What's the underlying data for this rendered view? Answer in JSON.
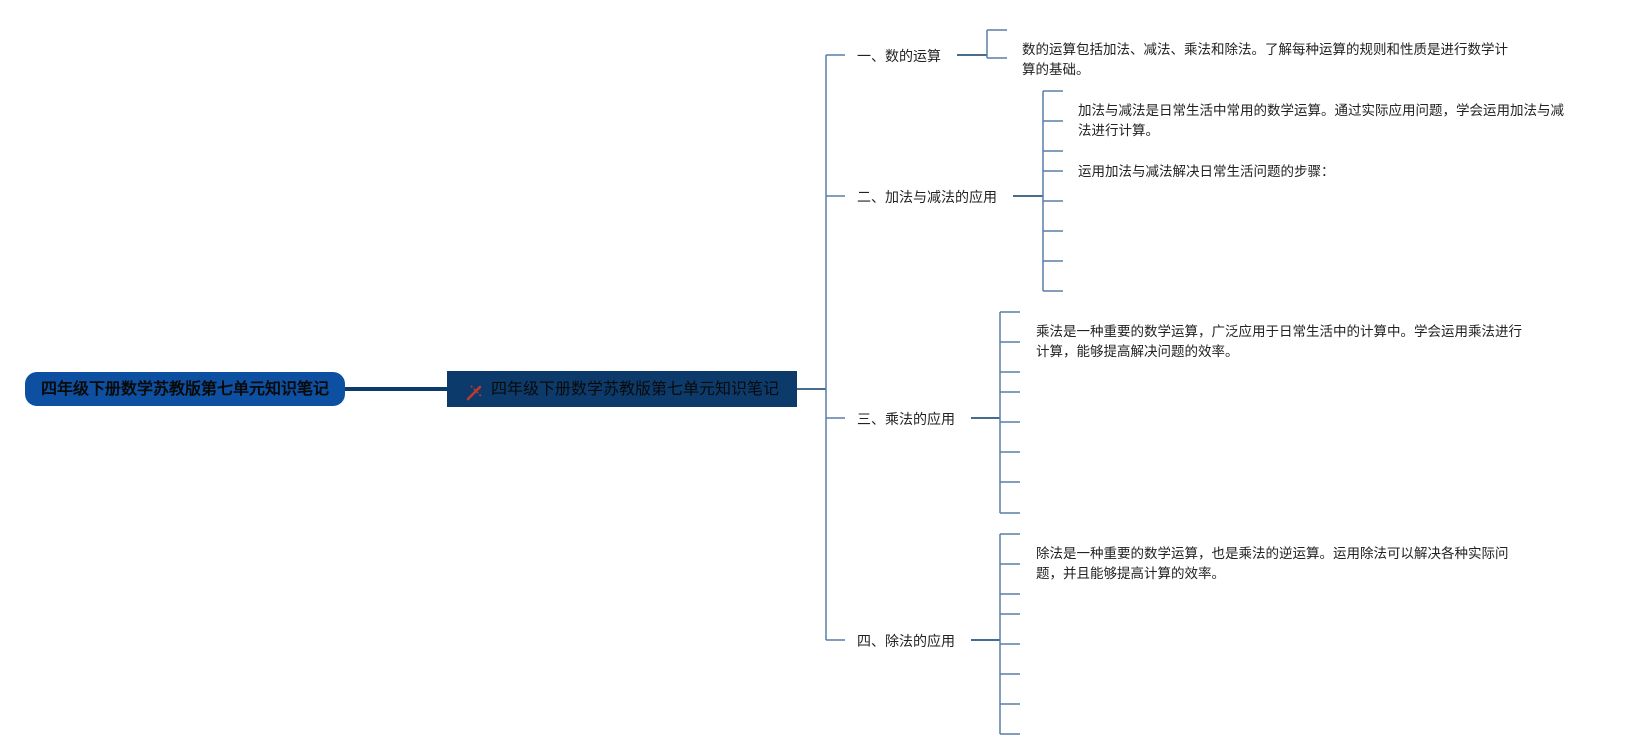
{
  "root": {
    "title": "四年级下册数学苏教版第七单元知识笔记"
  },
  "center": {
    "title": "四年级下册数学苏教版第七单元知识笔记",
    "icon": "pencil-ruler-icon"
  },
  "branches": [
    {
      "label": "一、数的运算",
      "text": "数的运算包括加法、减法、乘法和除法。了解每种运算的规则和性质是进行数学计算的基础。"
    },
    {
      "label": "二、加法与减法的应用",
      "text": "加法与减法是日常生活中常用的数学运算。通过实际应用问题，学会运用加法与减法进行计算。",
      "text2": "运用加法与减法解决日常生活问题的步骤："
    },
    {
      "label": "三、乘法的应用",
      "text": "乘法是一种重要的数学运算，广泛应用于日常生活中的计算中。学会运用乘法进行计算，能够提高解决问题的效率。"
    },
    {
      "label": "四、除法的应用",
      "text": "除法是一种重要的数学运算，也是乘法的逆运算。运用除法可以解决各种实际问题，并且能够提高计算的效率。"
    }
  ],
  "colors": {
    "root": "#0d4fa0",
    "center": "#0c3a6b",
    "line": "#0c3a6b",
    "leaf_line": "#5a7ea6",
    "icon": "#c0392b"
  }
}
